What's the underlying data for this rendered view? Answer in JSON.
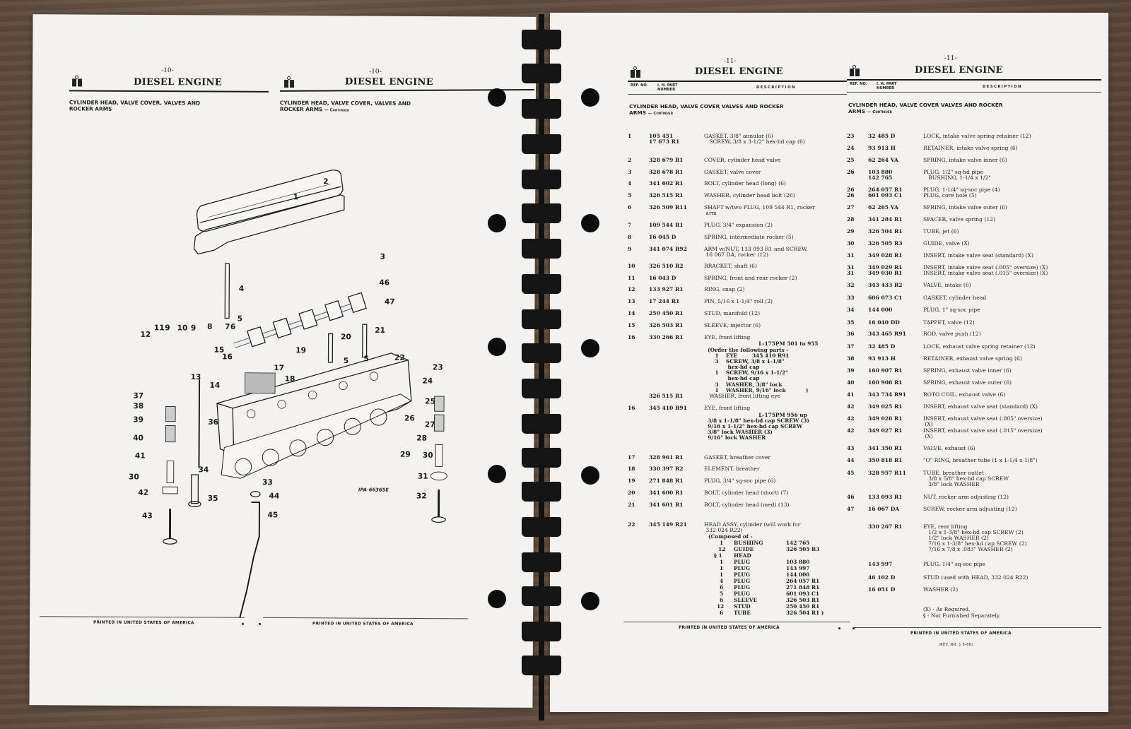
{
  "manual": {
    "left_spread": {
      "pages": [
        {
          "page_number": "-10-",
          "title": "DIESEL ENGINE",
          "section": "CYLINDER HEAD, VALVE COVER, VALVES AND ROCKER ARMS",
          "section_line1": "CYLINDER HEAD, VALVE COVER, VALVES AND",
          "section_line2": "ROCKER ARMS",
          "footer": "PRINTED IN UNITED STATES OF AMERICA"
        },
        {
          "page_number": "-10-",
          "title": "DIESEL ENGINE",
          "section_line1": "CYLINDER HEAD, VALVE COVER, VALVES AND",
          "section_line2": "ROCKER ARMS",
          "continued": "— Continued",
          "footer": "PRINTED IN UNITED STATES OF AMERICA"
        }
      ],
      "diagram": {
        "figure_id": "IPA-66365E",
        "callouts": [
          "1",
          "2",
          "3",
          "4",
          "5",
          "5",
          "5",
          "6",
          "7",
          "8",
          "9",
          "9",
          "10",
          "11",
          "12",
          "13",
          "14",
          "15",
          "16",
          "17",
          "18",
          "19",
          "20",
          "21",
          "22",
          "23",
          "24",
          "25",
          "26",
          "27",
          "28",
          "29",
          "30",
          "30",
          "31",
          "32",
          "33",
          "34",
          "35",
          "36",
          "37",
          "38",
          "39",
          "40",
          "41",
          "42",
          "43",
          "44",
          "45",
          "46",
          "47"
        ]
      }
    },
    "right_spread": {
      "columns": [
        {
          "page_number": "-11-",
          "title": "DIESEL ENGINE",
          "col_headers": {
            "ref": "REF. NO.",
            "part": "I. H. PART NUMBER",
            "desc": "DESCRIPTION"
          },
          "section_line1": "CYLINDER HEAD, VALVE COVER VALVES AND ROCKER",
          "section_line2": "ARMS",
          "continued": "— Continued",
          "footer": "PRINTED IN UNITED STATES OF AMERICA",
          "items": [
            {
              "ref": "1",
              "part": "105 451",
              "desc": "GASKET, 3/8\" annular (6)"
            },
            {
              "ref": "",
              "part": "17 673 R1",
              "desc": "   SCREW, 3/8 x 3-1/2\" hex-hd cap (6)"
            },
            {
              "ref": "2",
              "part": "328 679 R1",
              "desc": "COVER, cylinder head valve"
            },
            {
              "ref": "3",
              "part": "328 678 R1",
              "desc": "GASKET, valve cover"
            },
            {
              "ref": "4",
              "part": "341 602 R1",
              "desc": "BOLT, cylinder head (long) (6)"
            },
            {
              "ref": "5",
              "part": "326 515 R1",
              "desc": "WASHER, cylinder head bolt (26)"
            },
            {
              "ref": "6",
              "part": "326 509 R11",
              "desc": "SHAFT w/two PLUG, 109 544 R1, rocker",
              "desc2": " arm"
            },
            {
              "ref": "7",
              "part": "109 544 R1",
              "desc": "PLUG, 3/4\" expansion (2)"
            },
            {
              "ref": "8",
              "part": "16 045 D",
              "desc": "SPRING, intermediate rocker (5)"
            },
            {
              "ref": "9",
              "part": "341 074 R92",
              "desc": "ARM w/NUT, 133 093 R1 and SCREW,",
              "desc2": " 16 067 DA, rocker (12)"
            },
            {
              "ref": "10",
              "part": "326 510 R2",
              "desc": "BRACKET, shaft (6)"
            },
            {
              "ref": "11",
              "part": "16 043 D",
              "desc": "SPRING, front and rear rocker (2)"
            },
            {
              "ref": "12",
              "part": "133 927 R1",
              "desc": "RING, snap (2)"
            },
            {
              "ref": "13",
              "part": "17 244 R1",
              "desc": "PIN, 5/16 x 1-1/4\" roll (2)"
            },
            {
              "ref": "14",
              "part": "250 450 R1",
              "desc": "STUD, manifold (12)"
            },
            {
              "ref": "15",
              "part": "326 503 R1",
              "desc": "SLEEVE, injector (6)"
            },
            {
              "ref": "16",
              "part": "330 266 R1",
              "desc": "EYE, front lifting"
            },
            {
              "ref": "",
              "part": "326 515 R1",
              "desc": "   WASHER, front lifting eye"
            },
            {
              "ref": "16",
              "part": "345 410 R91",
              "desc": "EYE, front lifting"
            },
            {
              "ref": "17",
              "part": "328 961 R1",
              "desc": "GASKET, breather cover"
            },
            {
              "ref": "18",
              "part": "330 397 R2",
              "desc": "ELEMENT, breather"
            },
            {
              "ref": "19",
              "part": "271 848 R1",
              "desc": "PLUG, 3/4\" sq-soc pipe (6)"
            },
            {
              "ref": "20",
              "part": "341 600 R1",
              "desc": "BOLT, cylinder head (short) (7)"
            },
            {
              "ref": "21",
              "part": "341 601 R1",
              "desc": "BOLT, cylinder head (med) (13)"
            },
            {
              "ref": "22",
              "part": "345 149 R21",
              "desc": "HEAD ASSY, cylinder (will work for",
              "desc2": " 332 024 R22)"
            }
          ],
          "item16a_notes": [
            "                              L-175PM 501 to 955",
            "  (Order the following parts -",
            "      1    EYE        345 410 R91",
            "      3    SCREW, 3/8 x 1-1/8\"",
            "             hex-hd cap",
            "      1    SCREW, 9/16 x 1-1/2\"",
            "             hex-hd cap",
            "      3    WASHER, 3/8\" lock",
            "      1    WASHER, 9/16\" lock           )"
          ],
          "item16b_notes": [
            "                              L-175PM 956 up",
            "  3/8 x 1-1/8\" hex-hd cap SCREW (3)",
            "  9/16 x 1-1/2\" hex-hd cap SCREW",
            "  3/8\" lock WASHER (3)",
            "  9/16\" lock WASHER"
          ],
          "item22_composed_header": "(Composed of -",
          "item22_components": [
            {
              "qty": "1",
              "name": "BUSHING",
              "part": "142 765"
            },
            {
              "qty": "12",
              "name": "GUIDE",
              "part": "326 505 R3"
            },
            {
              "qty": "§ 1",
              "name": "HEAD",
              "part": ""
            },
            {
              "qty": "1",
              "name": "PLUG",
              "part": "103 880"
            },
            {
              "qty": "1",
              "name": "PLUG",
              "part": "143 997"
            },
            {
              "qty": "1",
              "name": "PLUG",
              "part": "144 000"
            },
            {
              "qty": "4",
              "name": "PLUG",
              "part": "264 057 R1"
            },
            {
              "qty": "6",
              "name": "PLUG",
              "part": "271 848 R1"
            },
            {
              "qty": "5",
              "name": "PLUG",
              "part": "601 093 C1"
            },
            {
              "qty": "6",
              "name": "SLEEVE",
              "part": "326 503 R1"
            },
            {
              "qty": "12",
              "name": "STUD",
              "part": "250 450 R1"
            },
            {
              "qty": "6",
              "name": "TUBE",
              "part": "326 504 R1 )"
            }
          ]
        },
        {
          "page_number": "-11-",
          "title": "DIESEL ENGINE",
          "col_headers": {
            "ref": "REF. NO.",
            "part": "I. H. PART NUMBER",
            "desc": "DESCRIPTION"
          },
          "section_line1": "CYLINDER HEAD, VALVE COVER VALVES AND ROCKER",
          "section_line2": "ARMS",
          "continued": "— Continued",
          "footer": "PRINTED IN UNITED STATES OF AMERICA",
          "revision": "(REV. NO. 1  6-68)",
          "items": [
            {
              "ref": "23",
              "part": "32 485 D",
              "desc": "LOCK, intake valve spring retainer (12)"
            },
            {
              "ref": "24",
              "part": "93 913 H",
              "desc": "RETAINER, intake valve spring (6)"
            },
            {
              "ref": "25",
              "part": "62 264 VA",
              "desc": "SPRING, intake valve inner (6)"
            },
            {
              "ref": "26",
              "part": "103 880",
              "desc": "PLUG, 1/2\" sq-hd pipe"
            },
            {
              "ref": "",
              "part": "142 765",
              "desc": "   BUSHING, 1-1/4 x 1/2\""
            },
            {
              "ref": "26",
              "part": "264 057 R1",
              "desc": "PLUG, 1-1/4\" sq-soc pipe (4)"
            },
            {
              "ref": "26",
              "part": "601 093 C1",
              "desc": "PLUG, core hole (5)"
            },
            {
              "ref": "27",
              "part": "62 265 VA",
              "desc": "SPRING, intake valve outer (6)"
            },
            {
              "ref": "28",
              "part": "341 284 R1",
              "desc": "SPACER, valve spring (12)"
            },
            {
              "ref": "29",
              "part": "326 504 R1",
              "desc": "TUBE, jet (6)"
            },
            {
              "ref": "30",
              "part": "326 505 R3",
              "desc": "GUIDE, valve (X)"
            },
            {
              "ref": "31",
              "part": "349 028 R1",
              "desc": "INSERT, intake valve seat (standard) (X)"
            },
            {
              "ref": "31",
              "part": "349 029 R1",
              "desc": "INSERT, intake valve seat (.005\" oversize) (X)"
            },
            {
              "ref": "31",
              "part": "349 030 R1",
              "desc": "INSERT, intake valve seat (.015\" oversize) (X)"
            },
            {
              "ref": "32",
              "part": "343 433 R2",
              "desc": "VALVE, intake (6)"
            },
            {
              "ref": "33",
              "part": "606 073 C1",
              "desc": "GASKET, cylinder head"
            },
            {
              "ref": "34",
              "part": "144 000",
              "desc": "PLUG, 1\" sq-soc pipe"
            },
            {
              "ref": "35",
              "part": "16 040 DD",
              "desc": "TAPPET, valve (12)"
            },
            {
              "ref": "36",
              "part": "343 465 R91",
              "desc": "ROD, valve push (12)"
            },
            {
              "ref": "37",
              "part": "32 485 D",
              "desc": "LOCK, exhaust valve spring retainer (12)"
            },
            {
              "ref": "38",
              "part": "93 913 H",
              "desc": "RETAINER, exhaust valve spring (6)"
            },
            {
              "ref": "39",
              "part": "160 907 R1",
              "desc": "SPRING, exhaust valve inner (6)"
            },
            {
              "ref": "40",
              "part": "160 908 R1",
              "desc": "SPRING, exhaust valve outer (6)"
            },
            {
              "ref": "41",
              "part": "343 734 R91",
              "desc": "ROTO COIL, exhaust valve (6)"
            },
            {
              "ref": "42",
              "part": "349 025 R1",
              "desc": "INSERT, exhaust valve seat (standard) (X)"
            },
            {
              "ref": "42",
              "part": "349 026 R1",
              "desc": "INSERT, exhaust valve seat (.005\" oversize)",
              "desc2": " (X)"
            },
            {
              "ref": "42",
              "part": "349 027 R1",
              "desc": "INSERT, exhaust valve seat (.015\" oversize)",
              "desc2": " (X)"
            },
            {
              "ref": "43",
              "part": "341 350 R1",
              "desc": "VALVE, exhaust (6)"
            },
            {
              "ref": "44",
              "part": "350 818 R1",
              "desc": "\"O\" RING, breather tube (1 x 1-1/4 x 1/8\")"
            },
            {
              "ref": "45",
              "part": "328 957 R11",
              "desc": "TUBE, breather outlet",
              "desc2": "   3/8 x 5/8\" hex-hd cap SCREW",
              "desc3": "   3/8\" lock WASHER"
            },
            {
              "ref": "46",
              "part": "133 093 R1",
              "desc": "NUT, rocker arm adjusting (12)"
            },
            {
              "ref": "47",
              "part": "16 067 DA",
              "desc": "SCREW, rocker arm adjusting (12)"
            },
            {
              "ref": "",
              "part": "330 267 R1",
              "desc": "EYE, rear lifting",
              "desc2": "   1/2 x 1-3/8\" hex-hd cap SCREW (2)",
              "desc3": "   1/2\" lock WASHER (2)",
              "desc4": "   7/16 x 1-3/8\" hex-hd cap SCREW (2)",
              "desc5": "   7/16 x 7/8 x .083\" WASHER (2)"
            },
            {
              "ref": "",
              "part": "143 997",
              "desc": "PLUG, 1/4\" sq-soc pipe"
            },
            {
              "ref": "",
              "part": "46 102 D",
              "desc": "STUD (used with HEAD, 332 024 R22)"
            },
            {
              "ref": "",
              "part": "16 051 D",
              "desc": "WASHER (2)"
            }
          ],
          "legend": [
            "(X) - As Required.",
            "§ - Not Furnished Separately."
          ]
        }
      ]
    }
  }
}
